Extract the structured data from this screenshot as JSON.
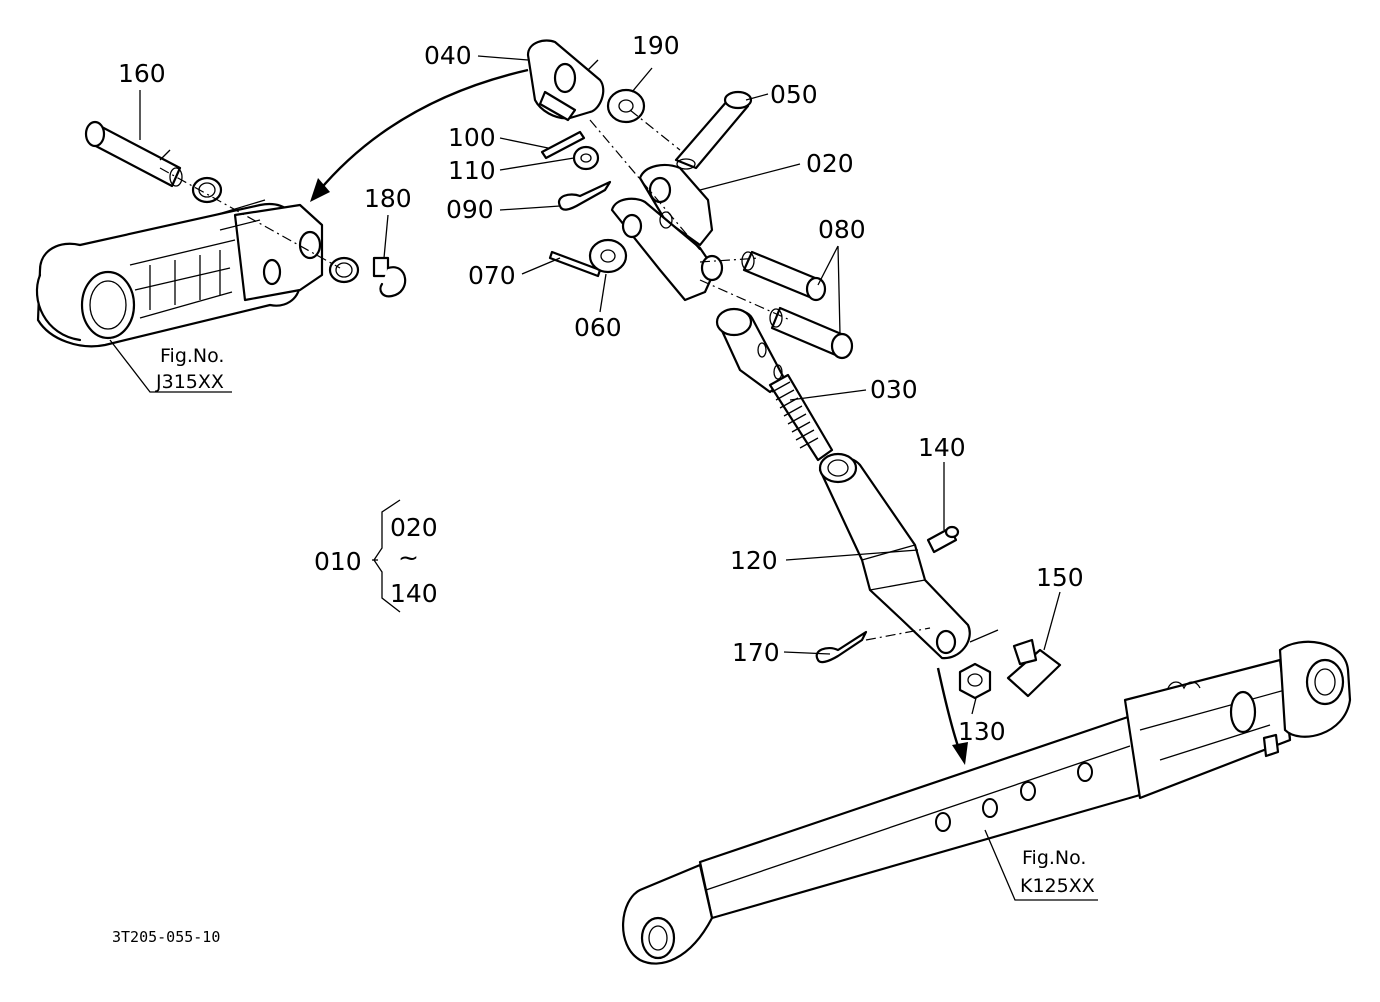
{
  "parts": {
    "p040": "040",
    "p190": "190",
    "p050": "050",
    "p020": "020",
    "p100": "100",
    "p110": "110",
    "p090": "090",
    "p070": "070",
    "p060": "060",
    "p080": "080",
    "p030": "030",
    "p160": "160",
    "p180": "180",
    "p140": "140",
    "p120": "120",
    "p150": "150",
    "p170": "170",
    "p130": "130"
  },
  "assembly": {
    "label": "010",
    "range_start": "020",
    "range_symbol": "~",
    "range_end": "140"
  },
  "refs": {
    "fig_upper": {
      "line1": "Fig.No.",
      "line2": "J315XX"
    },
    "fig_lower": {
      "line1": "Fig.No.",
      "line2": "K125XX"
    }
  },
  "drawing_number": "3T205-055-10"
}
